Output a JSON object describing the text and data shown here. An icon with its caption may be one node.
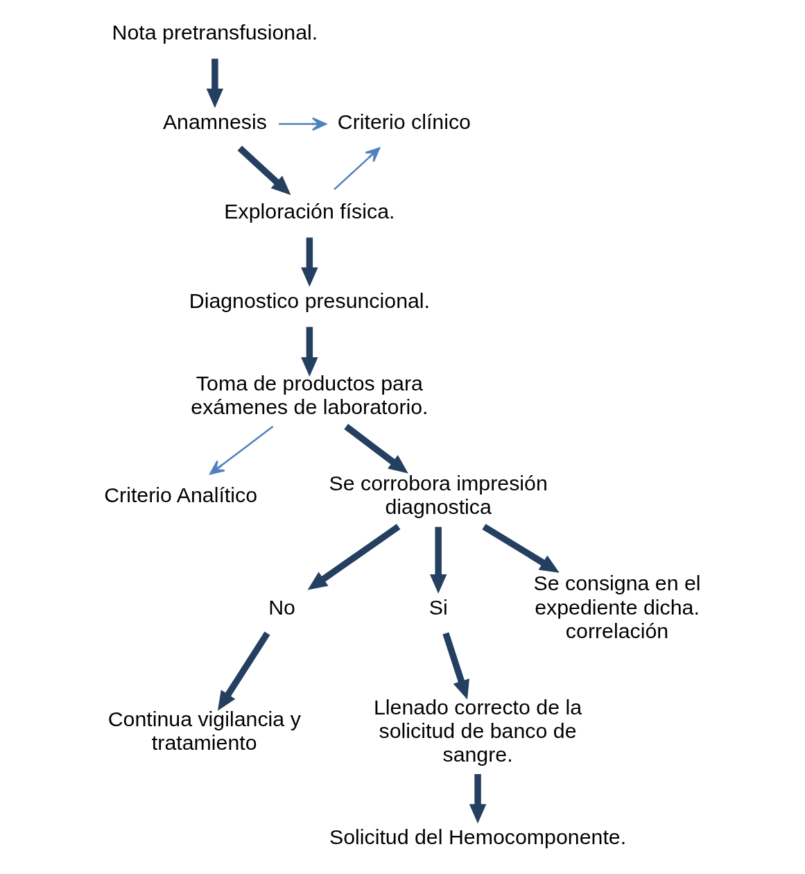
{
  "diagram": {
    "nodes": [
      {
        "text": [
          "Nota pretransfusional."
        ]
      },
      {
        "text": [
          "Anamnesis"
        ]
      },
      {
        "text": [
          "Criterio clínico"
        ]
      },
      {
        "text": [
          "Exploración física."
        ]
      },
      {
        "text": [
          "Diagnostico presuncional."
        ]
      },
      {
        "text": [
          "Toma de productos para exámenes de laboratorio."
        ]
      },
      {
        "text": [
          "Criterio Analítico"
        ]
      },
      {
        "text": [
          "Se corrobora impresión diagnostica"
        ]
      },
      {
        "text": [
          "No"
        ]
      },
      {
        "text": [
          "Si"
        ]
      },
      {
        "text": [
          "Continua vigilancia y tratamiento"
        ]
      },
      {
        "text": [
          "Se consigna en el expediente dicha. correlación"
        ]
      },
      {
        "text": [
          "Llenado correcto de la solicitud de banco de sangre."
        ]
      },
      {
        "text": [
          "Solicitud del Hemocomponente."
        ]
      }
    ],
    "edges": [
      {
        "from": 0,
        "to": 1,
        "arrow": "to"
      },
      {
        "from": 1,
        "to": 2,
        "arrow": "to",
        "color": "#4f81bd"
      },
      {
        "from": 1,
        "to": 3,
        "arrow": "to"
      },
      {
        "from": 3,
        "to": 2,
        "arrow": "to",
        "color": "#4f81bd"
      },
      {
        "from": 3,
        "to": 4,
        "arrow": "to"
      },
      {
        "from": 4,
        "to": 5,
        "arrow": "to"
      },
      {
        "from": 5,
        "to": 6,
        "arrow": "to",
        "color": "#4f81bd"
      },
      {
        "from": 5,
        "to": 7,
        "arrow": "to"
      },
      {
        "from": 7,
        "to": 8,
        "arrow": "to"
      },
      {
        "from": 7,
        "to": 9,
        "arrow": "to"
      },
      {
        "from": 8,
        "to": 10,
        "arrow": "to"
      },
      {
        "from": 7,
        "to": 11,
        "arrow": "to"
      },
      {
        "from": 9,
        "to": 12,
        "arrow": "to"
      },
      {
        "from": 12,
        "to": 13,
        "arrow": "to"
      }
    ]
  }
}
